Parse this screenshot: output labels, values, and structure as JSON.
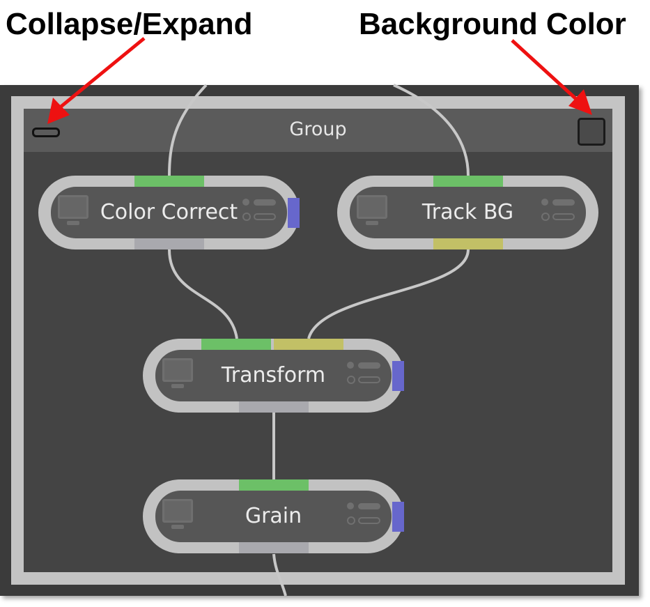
{
  "annotations": {
    "collapse": "Collapse/Expand",
    "background": "Background Color"
  },
  "group": {
    "title": "Group"
  },
  "nodes": [
    {
      "label": "Color Correct",
      "input_ports": [
        "green"
      ],
      "output": "blue"
    },
    {
      "label": "Track BG",
      "input_ports": [
        "green"
      ],
      "output": "none"
    },
    {
      "label": "Transform",
      "input_ports": [
        "green",
        "yellow"
      ],
      "output": "blue"
    },
    {
      "label": "Grain",
      "input_ports": [
        "green"
      ],
      "output": "blue"
    }
  ],
  "colors": {
    "annotation_arrow": "#ee1111",
    "port_green": "#6cc067",
    "port_yellow": "#c2c066",
    "port_blue": "#6767cc",
    "node_border": "#c2c2c2"
  }
}
